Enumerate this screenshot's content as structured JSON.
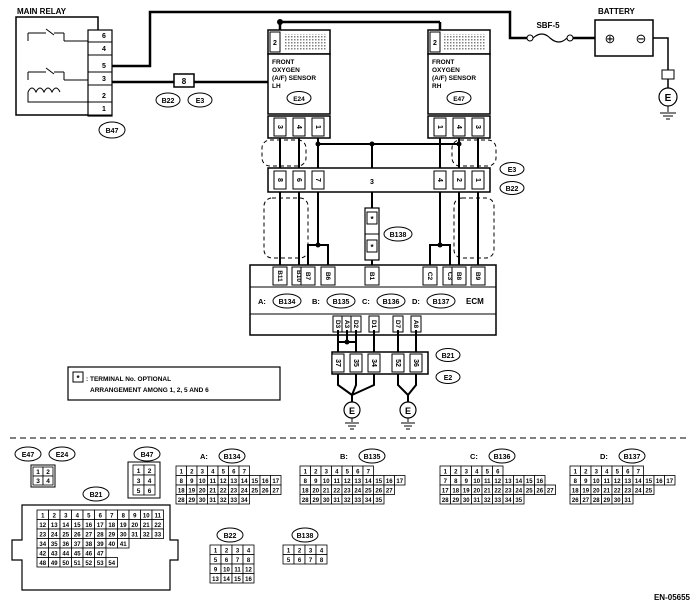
{
  "main_relay": {
    "label": "MAIN RELAY",
    "pins": [
      "6",
      "4",
      "5",
      "3",
      "2",
      "1"
    ],
    "connector": "B47"
  },
  "inline_connector": {
    "pin": "8",
    "left_tag": "B22",
    "right_tag": "E3"
  },
  "fuse": {
    "label": "SBF-5"
  },
  "battery": {
    "label": "BATTERY",
    "plus": "⊕",
    "minus": "⊖"
  },
  "ground_symbol": "E",
  "sensor_lh": {
    "lines": [
      "FRONT",
      "OXYGEN",
      "(A/F) SENSOR",
      "LH"
    ],
    "connector": "E24",
    "top_pin": "2",
    "pins_top": [
      "3",
      "4",
      "1"
    ],
    "pins_mid": [
      "8",
      "6",
      "7"
    ]
  },
  "sensor_rh": {
    "lines": [
      "FRONT",
      "OXYGEN",
      "(A/F) SENSOR",
      "RH"
    ],
    "connector": "E47",
    "top_pin": "2",
    "pins_top": [
      "1",
      "4",
      "3"
    ],
    "pins_mid": [
      "4",
      "2",
      "1"
    ]
  },
  "mid_connector": {
    "center_pin": "3",
    "tag_top": "E3",
    "tag_bottom": "B22"
  },
  "b138_block": {
    "connector": "B138",
    "star": "*"
  },
  "ecm": {
    "label": "ECM",
    "top_pins": [
      "B11",
      "B10",
      "B7",
      "B6",
      "B1",
      "C2",
      "C3",
      "B8",
      "B9"
    ],
    "connectors": [
      {
        "prefix": "A:",
        "name": "B134"
      },
      {
        "prefix": "B:",
        "name": "B135"
      },
      {
        "prefix": "C:",
        "name": "B136"
      },
      {
        "prefix": "D:",
        "name": "B137"
      }
    ],
    "bottom_pins": [
      "D3",
      "A3",
      "D2",
      "D1",
      "D7",
      "A8"
    ]
  },
  "b21_lower": {
    "pins": [
      "37",
      "35",
      "34",
      "52",
      "36"
    ],
    "tag_top": "B21",
    "tag_bottom": "E2"
  },
  "note": {
    "star": "*",
    "line1": ": TERMINAL No. OPTIONAL",
    "line2": "ARRANGEMENT AMONG 1, 2, 5  AND 6"
  },
  "connector_views": {
    "e47": {
      "name": "E47",
      "rows": [
        [
          "1",
          "2"
        ],
        [
          "3",
          "4"
        ]
      ]
    },
    "e24": {
      "name": "E24"
    },
    "b47": {
      "name": "B47",
      "rows": [
        [
          "1",
          "2"
        ],
        [
          "3",
          "4"
        ],
        [
          "5",
          "6"
        ]
      ]
    },
    "a_b134": {
      "prefix": "A:",
      "name": "B134",
      "rows": [
        [
          "1",
          "2",
          "3",
          "4",
          "5",
          "6",
          "7"
        ],
        [
          "8",
          "9",
          "10",
          "11",
          "12",
          "13",
          "14",
          "15",
          "16",
          "17"
        ],
        [
          "18",
          "19",
          "20",
          "21",
          "22",
          "23",
          "24",
          "25",
          "26",
          "27"
        ],
        [
          "28",
          "29",
          "30",
          "31",
          "32",
          "33",
          "34"
        ]
      ]
    },
    "b_b135": {
      "prefix": "B:",
      "name": "B135",
      "rows": [
        [
          "1",
          "2",
          "3",
          "4",
          "5",
          "6",
          "7"
        ],
        [
          "8",
          "9",
          "10",
          "11",
          "12",
          "13",
          "14",
          "15",
          "16",
          "17"
        ],
        [
          "18",
          "20",
          "21",
          "22",
          "23",
          "24",
          "25",
          "26",
          "27"
        ],
        [
          "28",
          "29",
          "30",
          "31",
          "32",
          "33",
          "34",
          "35"
        ]
      ]
    },
    "c_b136": {
      "prefix": "C:",
      "name": "B136",
      "rows": [
        [
          "1",
          "2",
          "3",
          "4",
          "5",
          "6"
        ],
        [
          "7",
          "8",
          "9",
          "10",
          "11",
          "12",
          "13",
          "14",
          "15",
          "16"
        ],
        [
          "17",
          "18",
          "19",
          "20",
          "21",
          "22",
          "23",
          "24",
          "25",
          "26",
          "27"
        ],
        [
          "28",
          "29",
          "30",
          "31",
          "32",
          "33",
          "34",
          "35"
        ]
      ]
    },
    "d_b137": {
      "prefix": "D:",
      "name": "B137",
      "rows": [
        [
          "1",
          "2",
          "3",
          "4",
          "5",
          "6",
          "7"
        ],
        [
          "8",
          "9",
          "10",
          "11",
          "12",
          "13",
          "14",
          "15",
          "16",
          "17"
        ],
        [
          "18",
          "19",
          "20",
          "21",
          "22",
          "23",
          "24",
          "25"
        ],
        [
          "26",
          "27",
          "28",
          "29",
          "30",
          "31"
        ]
      ]
    },
    "b21": {
      "name": "B21",
      "rows": [
        [
          "1",
          "2",
          "3",
          "4",
          "5",
          "6",
          "7",
          "8",
          "9",
          "10",
          "11"
        ],
        [
          "12",
          "13",
          "14",
          "15",
          "16",
          "17",
          "18",
          "19",
          "20",
          "21",
          "22"
        ],
        [
          "23",
          "24",
          "25",
          "26",
          "27",
          "28",
          "29",
          "30",
          "31",
          "32",
          "33"
        ],
        [
          "34",
          "35",
          "36",
          "37",
          "38",
          "39",
          "40",
          "41"
        ],
        [
          "42",
          "43",
          "44",
          "45",
          "46",
          "47"
        ],
        [
          "48",
          "49",
          "50",
          "51",
          "52",
          "53",
          "54"
        ]
      ]
    },
    "b22": {
      "name": "B22",
      "rows": [
        [
          "1",
          "2",
          "3",
          "4"
        ],
        [
          "5",
          "6",
          "7",
          "8"
        ],
        [
          "9",
          "10",
          "11",
          "12"
        ],
        [
          "13",
          "14",
          "15",
          "16"
        ]
      ]
    },
    "b138": {
      "name": "B138",
      "rows": [
        [
          "1",
          "2",
          "3",
          "4"
        ],
        [
          "5",
          "6",
          "7",
          "8"
        ]
      ]
    }
  },
  "footer_code": "EN-05655"
}
